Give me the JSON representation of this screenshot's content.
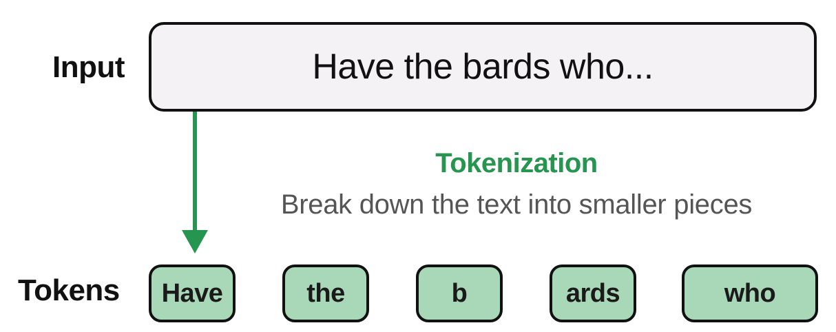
{
  "labels": {
    "input": "Input",
    "tokens": "Tokens"
  },
  "input_text": "Have the bards who...",
  "step": {
    "title": "Tokenization",
    "description": "Break down the text into smaller pieces"
  },
  "tokens": [
    "Have",
    "the",
    "b",
    "ards",
    "who"
  ],
  "colors": {
    "accent_green": "#25954f",
    "token_fill": "#a9d8b8",
    "input_fill": "#f4f2f4",
    "outline": "#111111"
  }
}
